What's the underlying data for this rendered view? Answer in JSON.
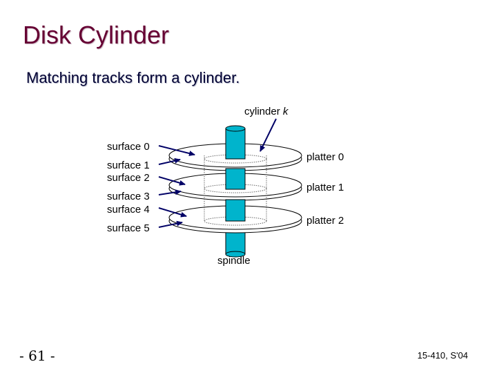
{
  "slide": {
    "title": "Disk Cylinder",
    "subtitle": "Matching tracks form a cylinder.",
    "page_number": "- 61 -",
    "course": "15-410, S'04"
  },
  "diagram": {
    "cylinder_label_text": "cylinder ",
    "cylinder_label_var": "k",
    "surfaces": [
      "surface 0",
      "surface 1",
      "surface 2",
      "surface 3",
      "surface 4",
      "surface 5"
    ],
    "platters": [
      "platter 0",
      "platter 1",
      "platter 2"
    ],
    "spindle": "spindle",
    "colors": {
      "spindle_fill": "#00b4cc",
      "arrow": "#000066",
      "outline": "#000000"
    }
  }
}
